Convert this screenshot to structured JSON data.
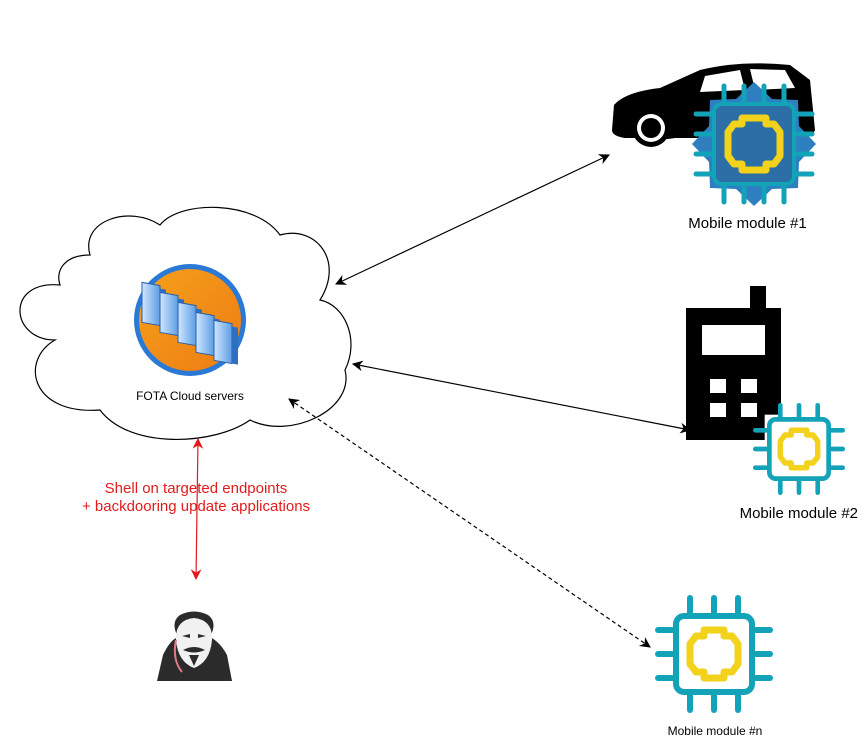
{
  "cloud": {
    "label": "FOTA Cloud servers"
  },
  "modules": [
    {
      "label": "Mobile module #1"
    },
    {
      "label": "Mobile module #2"
    },
    {
      "label": "Mobile module #n"
    }
  ],
  "attack": {
    "line1": "Shell on targeted endpoints",
    "line2": "+ backdooring update applications"
  },
  "icons": {
    "cloud": "cloud-icon",
    "servers": "server-rack-icon",
    "car": "car-icon",
    "phone": "phone-icon",
    "chip": "chip-icon",
    "attacker": "hacker-icon"
  },
  "colors": {
    "connection": "#000000",
    "attack": "#e31a1c",
    "chip_teal": "#12a3b8",
    "chip_core": "#f2d21b",
    "server_orange": "#f39c12"
  }
}
